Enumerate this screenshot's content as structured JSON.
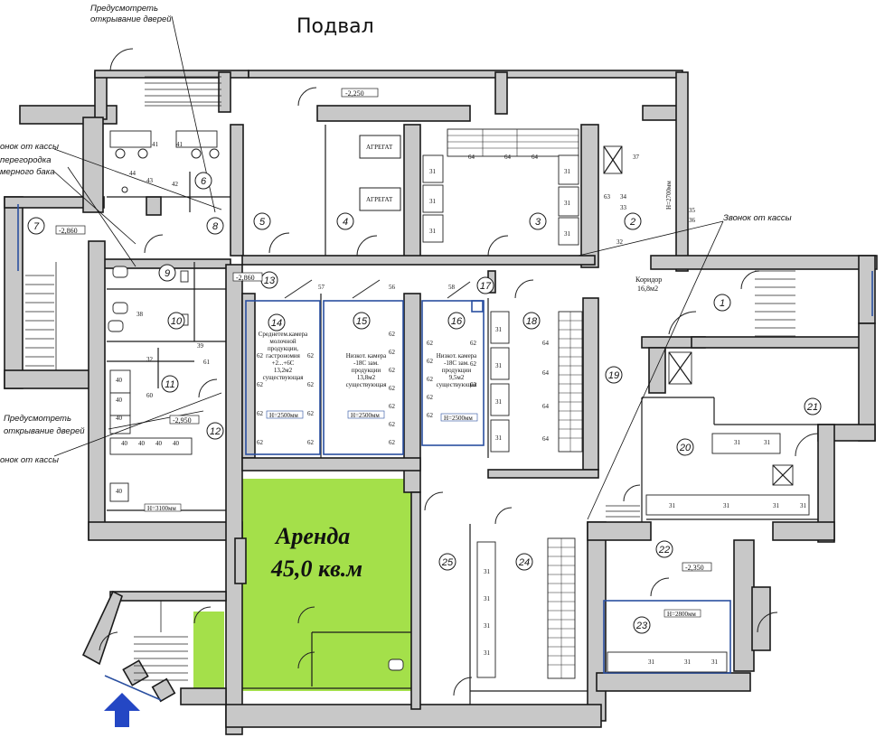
{
  "title": "Подвал",
  "rent": {
    "line1": "Аренда",
    "line2": "45,0 кв.м",
    "color": "#a4e04a"
  },
  "colors": {
    "wall": "#c8c8c8",
    "line": "#1a1a1a",
    "cold": "#2a4fa0",
    "arrow": "#2447c4"
  },
  "notes": {
    "doors_top_1": "Предусмотреть",
    "doors_top_2": "открывание дверей",
    "doors_left_1": "Предусмотреть",
    "doors_left_2": "открывание дверей",
    "bell_left_top": "онок от кассы",
    "partition": "перегородка",
    "basin": "мерного бака",
    "bell_right": "Звонок от кассы",
    "bell_left_bottom": "онок от кассы"
  },
  "levels": {
    "l1": "-2,250",
    "l2": "-2,860",
    "l3": "-2,860",
    "l4": "-2,950",
    "l5": "-2,350"
  },
  "corridor": {
    "name": "Коридор",
    "area": "16,8м2"
  },
  "aggregates": [
    "АГРЕГАТ",
    "АГРЕГАТ"
  ],
  "chambers": {
    "c14": [
      "Среднетем.камера",
      "молочной",
      "продукции,",
      "гастрономия",
      "+2...+6С",
      "13,2м2",
      "существующая"
    ],
    "c15": [
      "Низкот. камера",
      "-18С зам.",
      "продукции",
      "13,8м2",
      "существующая"
    ],
    "c16": [
      "Низкот. камера",
      "-18С зам.",
      "продукции",
      "9,5м2",
      "существующая"
    ]
  },
  "heights": {
    "h14": "H=2500мм",
    "h15": "H=2500мм",
    "h16": "H=2500мм",
    "h12": "H=3100мм",
    "h23": "H=2800мм",
    "h2": "H=2700мм"
  },
  "rooms": [
    "1",
    "2",
    "3",
    "4",
    "5",
    "6",
    "7",
    "8",
    "9",
    "10",
    "11",
    "12",
    "13",
    "14",
    "15",
    "16",
    "17",
    "18",
    "19",
    "20",
    "21",
    "22",
    "23",
    "24",
    "25"
  ],
  "equip": {
    "e31": "31",
    "e32": "32",
    "e33": "33",
    "e34": "34",
    "e35": "35",
    "e36": "36",
    "e37": "37",
    "e38": "38",
    "e39": "39",
    "e40": "40",
    "e41": "41",
    "e42": "42",
    "e43": "43",
    "e44": "44",
    "e56": "56",
    "e57": "57",
    "e58": "58",
    "e60": "60",
    "e61": "61",
    "e62": "62",
    "e63": "63",
    "e64": "64"
  }
}
